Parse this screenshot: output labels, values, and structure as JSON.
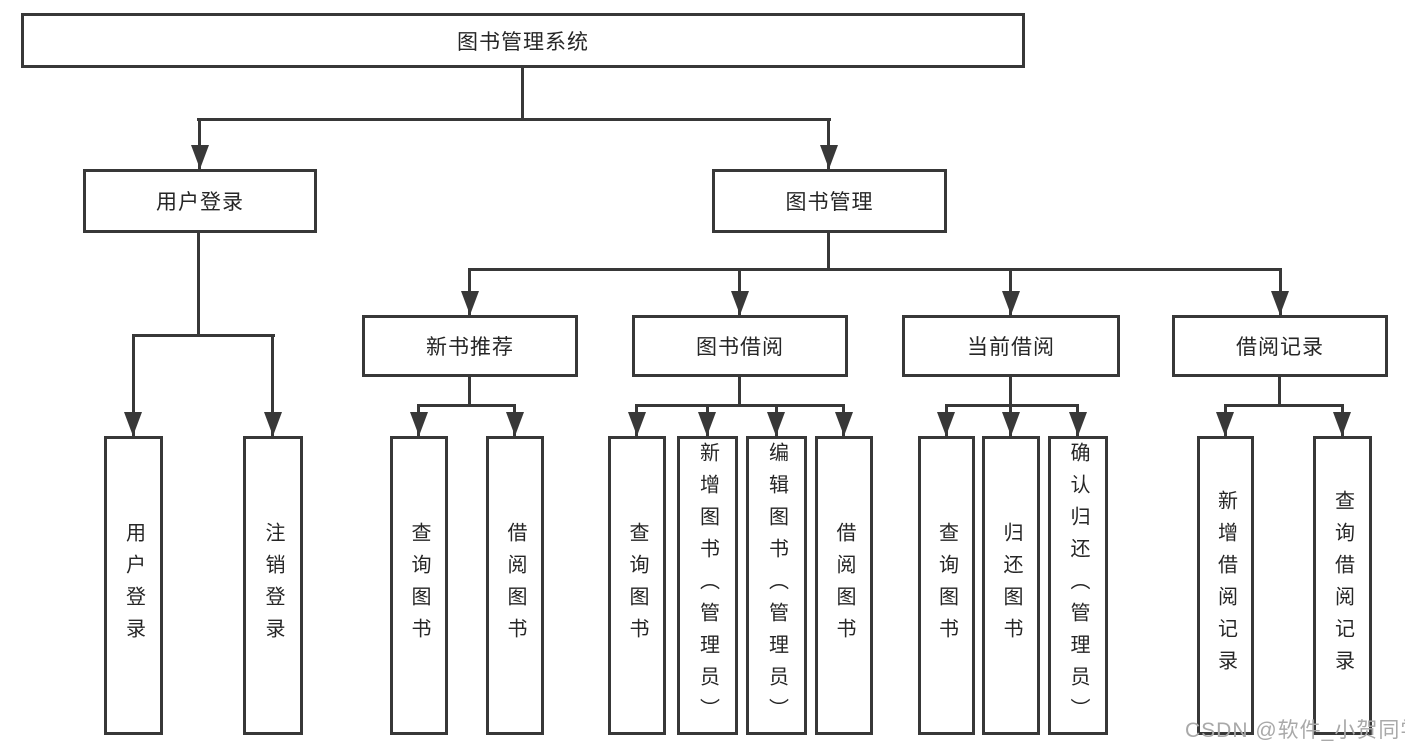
{
  "colors": {
    "line": "#383838",
    "node_border": "#383838",
    "node_text": "#262626",
    "background": "#ffffff",
    "watermark_text_color": "#a9a9a9"
  },
  "watermark": {
    "text": "CSDN @软件_小贺同学"
  },
  "diagram": {
    "type": "tree",
    "root": {
      "label": "图书管理系统"
    },
    "branches": {
      "user_login": {
        "label": "用户登录",
        "children": [
          {
            "label": "用户登录"
          },
          {
            "label": "注销登录"
          }
        ]
      },
      "book_management": {
        "label": "图书管理",
        "children": [
          {
            "label": "新书推荐",
            "children": [
              {
                "label": "查询图书"
              },
              {
                "label": "借阅图书"
              }
            ]
          },
          {
            "label": "图书借阅",
            "children": [
              {
                "label": "查询图书"
              },
              {
                "label": "新增图书（管理员）"
              },
              {
                "label": "编辑图书（管理员）"
              },
              {
                "label": "借阅图书"
              }
            ]
          },
          {
            "label": "当前借阅",
            "children": [
              {
                "label": "查询图书"
              },
              {
                "label": "归还图书"
              },
              {
                "label": "确认归还（管理员）"
              }
            ]
          },
          {
            "label": "借阅记录",
            "children": [
              {
                "label": "新增借阅记录"
              },
              {
                "label": "查询借阅记录"
              }
            ]
          }
        ]
      }
    }
  }
}
